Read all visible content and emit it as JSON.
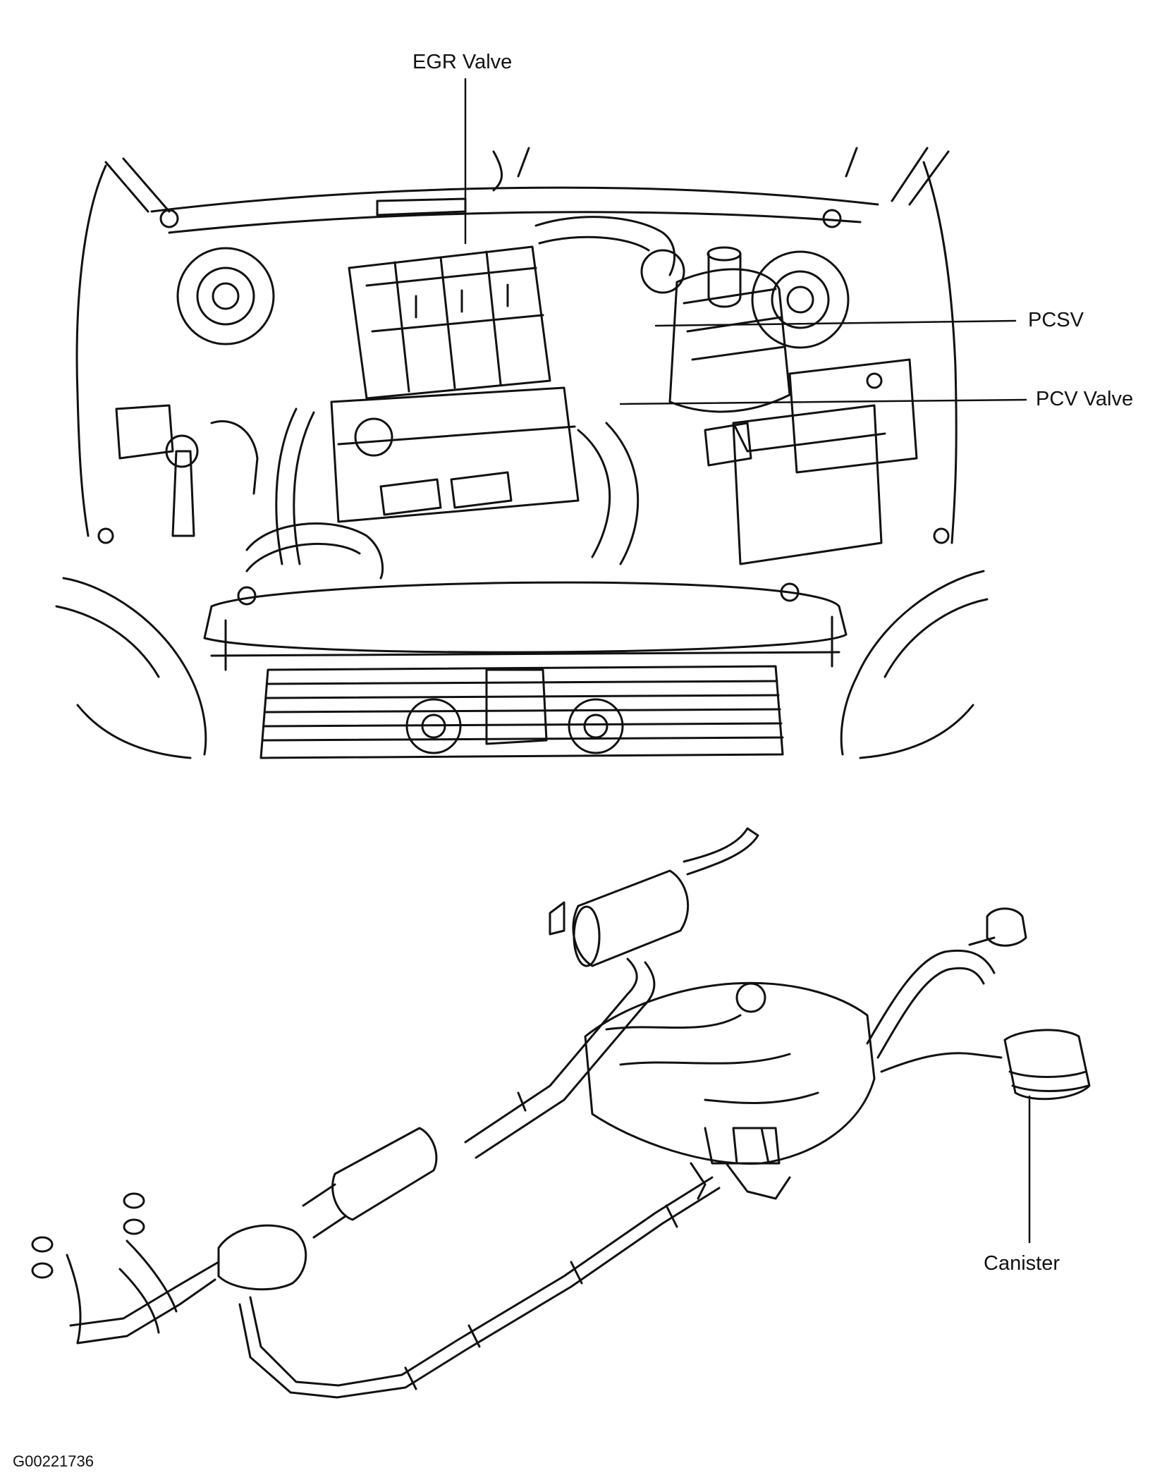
{
  "callouts": {
    "egr_valve": "EGR Valve",
    "pcsv": "PCSV",
    "pcv_valve": "PCV Valve",
    "canister": "Canister"
  },
  "figure_id": "G00221736",
  "colors": {
    "ink": "#111111",
    "background": "#ffffff"
  }
}
